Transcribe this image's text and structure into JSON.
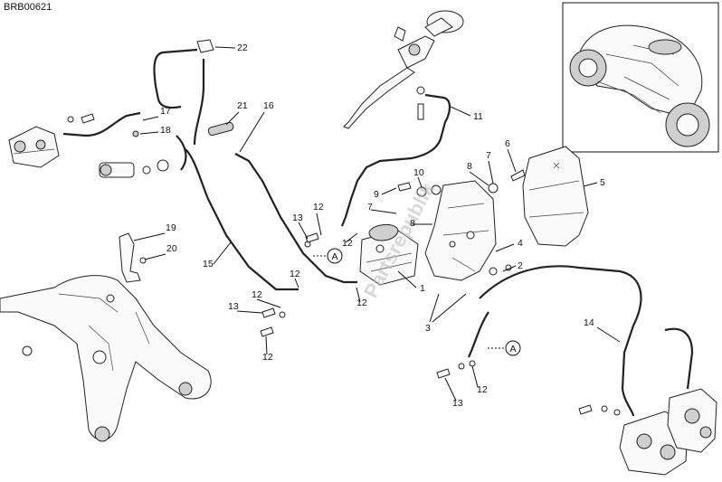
{
  "drawing_code": "BRB00621",
  "watermark_text": "Partsrepublik",
  "ref_marker": "A",
  "callouts": [
    "1",
    "2",
    "3",
    "4",
    "5",
    "6",
    "7",
    "8",
    "9",
    "10",
    "11",
    "12",
    "13",
    "14",
    "15",
    "16",
    "17",
    "18",
    "19",
    "20",
    "21",
    "22"
  ]
}
